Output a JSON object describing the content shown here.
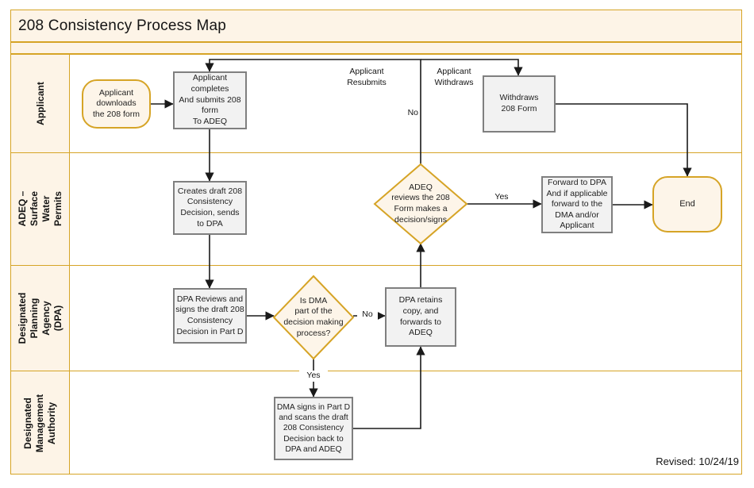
{
  "title": "208 Consistency Process Map",
  "revised": "Revised: 10/24/19",
  "lanes": [
    {
      "label": "Applicant"
    },
    {
      "label": "ADEQ – Surface Water\nPermits"
    },
    {
      "label": "Designated Planning\nAgency (DPA)"
    },
    {
      "label": "Designated\nManagement\nAuthority"
    }
  ],
  "nodes": {
    "start": {
      "type": "start-terminator",
      "label": "Applicant\ndownloads\nthe 208 form"
    },
    "completes": {
      "type": "process",
      "label": "Applicant\ncompletes\nAnd submits 208\nform\nTo ADEQ"
    },
    "withdraws_form": {
      "type": "process",
      "label": "Withdraws\n208 Form"
    },
    "creates_draft": {
      "type": "process",
      "label": "Creates draft 208\nConsistency\nDecision, sends\nto DPA"
    },
    "adeq_reviews": {
      "type": "decision",
      "label": "ADEQ\nreviews the 208\nForm makes a\ndecision/signs"
    },
    "forward_dpa": {
      "type": "process",
      "label": "Forward to DPA\nAnd if applicable\nforward to the\nDMA and/or\nApplicant"
    },
    "end": {
      "type": "end-terminator",
      "label": "End"
    },
    "dpa_reviews": {
      "type": "process",
      "label": "DPA Reviews and\nsigns the draft 208\nConsistency\nDecision in Part D"
    },
    "is_dma": {
      "type": "decision",
      "label": "Is DMA\npart of the\ndecision making\nprocess?"
    },
    "dpa_retains": {
      "type": "process",
      "label": "DPA retains\ncopy, and\nforwards to\nADEQ"
    },
    "dma_signs": {
      "type": "process",
      "label": "DMA signs in Part D\nand scans the draft\n208 Consistency\nDecision back to\nDPA and ADEQ"
    }
  },
  "edge_labels": {
    "resubmits": "Applicant\nResubmits",
    "withdraws": "Applicant\nWithdraws",
    "no_top": "No",
    "yes_adeq": "Yes",
    "no_dma": "No",
    "yes_dma": "Yes"
  },
  "colors": {
    "accent_gold": "#D6A426",
    "cream_fill": "#FDF4E7",
    "shape_cream_fill": "#FDF5E9",
    "process_fill": "#F2F2F2",
    "process_border": "#7F7F7F",
    "connector_black": "#1A1A1A"
  }
}
